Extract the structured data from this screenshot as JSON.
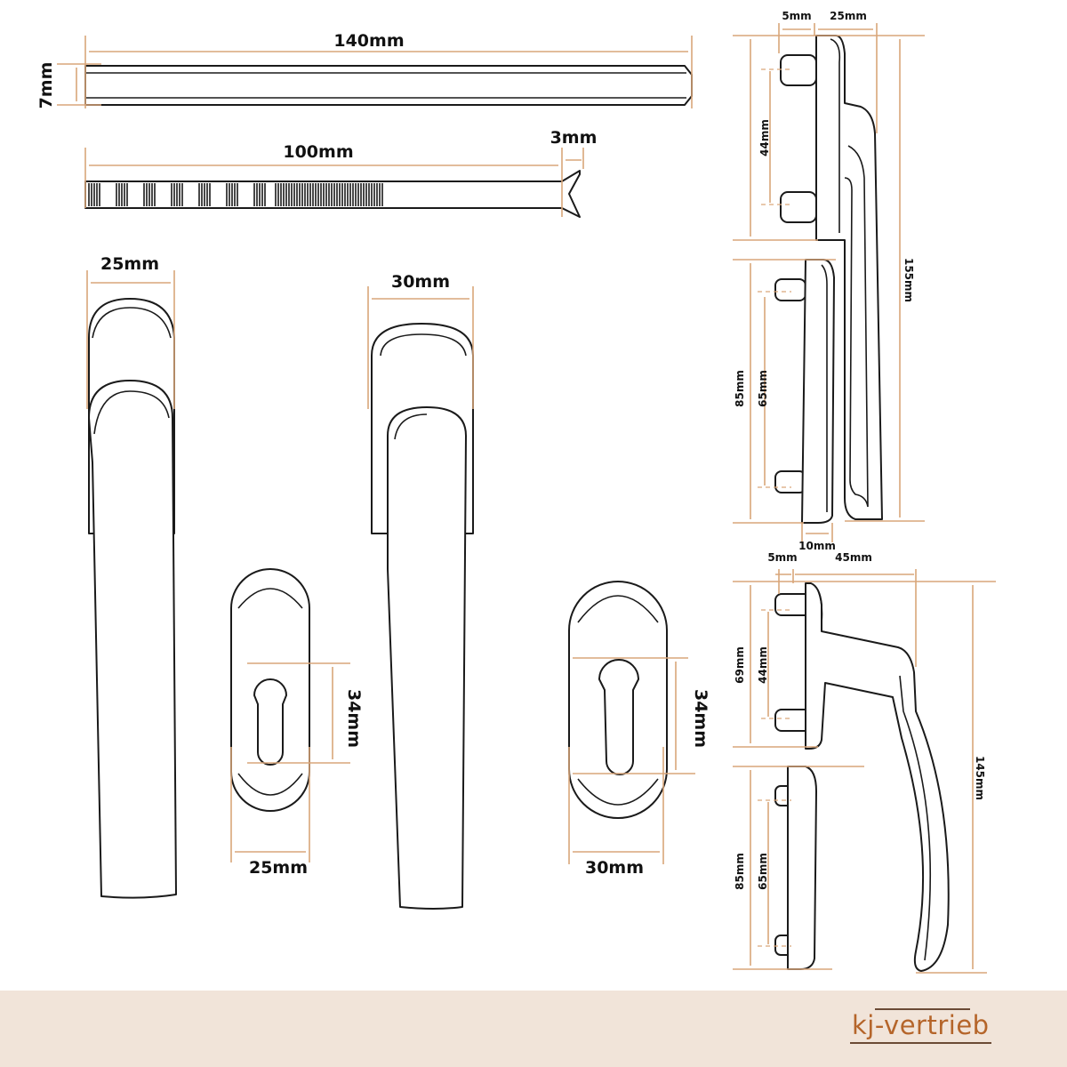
{
  "labels": {
    "spindle_length": "140mm",
    "spindle_width": "7mm",
    "screw_length": "100mm",
    "screw_head": "3mm",
    "handle1_width": "25mm",
    "handle2_width": "30mm",
    "rosette1_height": "34mm",
    "rosette1_width": "25mm",
    "rosette2_height": "34mm",
    "rosette2_width": "30mm",
    "side1_pin": "5mm",
    "side1_depth": "25mm",
    "side1_pin_spacing": "44mm",
    "side1_length": "155mm",
    "side1_rosette_h": "85mm",
    "side1_rosette_pin": "65mm",
    "side1_rosette_depth": "10mm",
    "side2_pin": "5mm",
    "side2_depth": "45mm",
    "side2_base_h": "69mm",
    "side2_pin_spacing": "44mm",
    "side2_length": "145mm",
    "side2_rosette_h": "85mm",
    "side2_rosette_pin": "65mm"
  },
  "brand": {
    "logo": "kj-vertrieb"
  },
  "colors": {
    "dimension": "#d9a67a",
    "footer": "#f1e4d9",
    "logo": "#b5652a"
  }
}
